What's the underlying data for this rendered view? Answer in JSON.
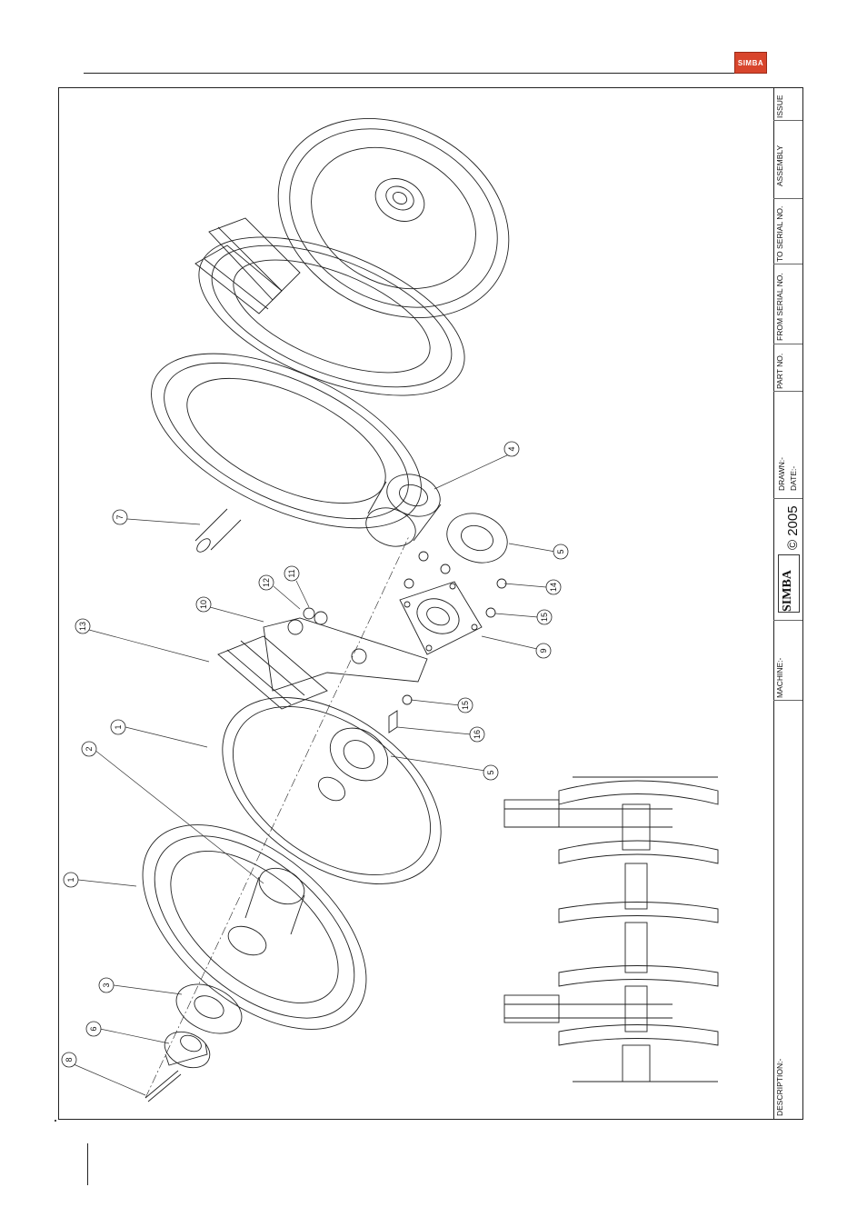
{
  "header": {
    "logo_text": "SIMBA"
  },
  "title_block": {
    "issue": "ISSUE",
    "assembly": "ASSEMBLY",
    "to_serial": "TO SERIAL NO.",
    "from_serial": "FROM SERIAL NO.",
    "part_no": "PART NO.",
    "drawn": "DRAWN:-",
    "date": "DATE:-",
    "copyright": "© 2005",
    "brand": "SIMBA",
    "machine": "MACHINE:-",
    "description": "DESCRIPTION:-"
  },
  "callouts": [
    {
      "num": "1"
    },
    {
      "num": "1"
    },
    {
      "num": "2"
    },
    {
      "num": "3"
    },
    {
      "num": "4"
    },
    {
      "num": "5"
    },
    {
      "num": "5"
    },
    {
      "num": "6"
    },
    {
      "num": "7"
    },
    {
      "num": "8"
    },
    {
      "num": "9"
    },
    {
      "num": "10"
    },
    {
      "num": "11"
    },
    {
      "num": "12"
    },
    {
      "num": "13"
    },
    {
      "num": "14"
    },
    {
      "num": "15"
    },
    {
      "num": "15"
    },
    {
      "num": "16"
    }
  ]
}
